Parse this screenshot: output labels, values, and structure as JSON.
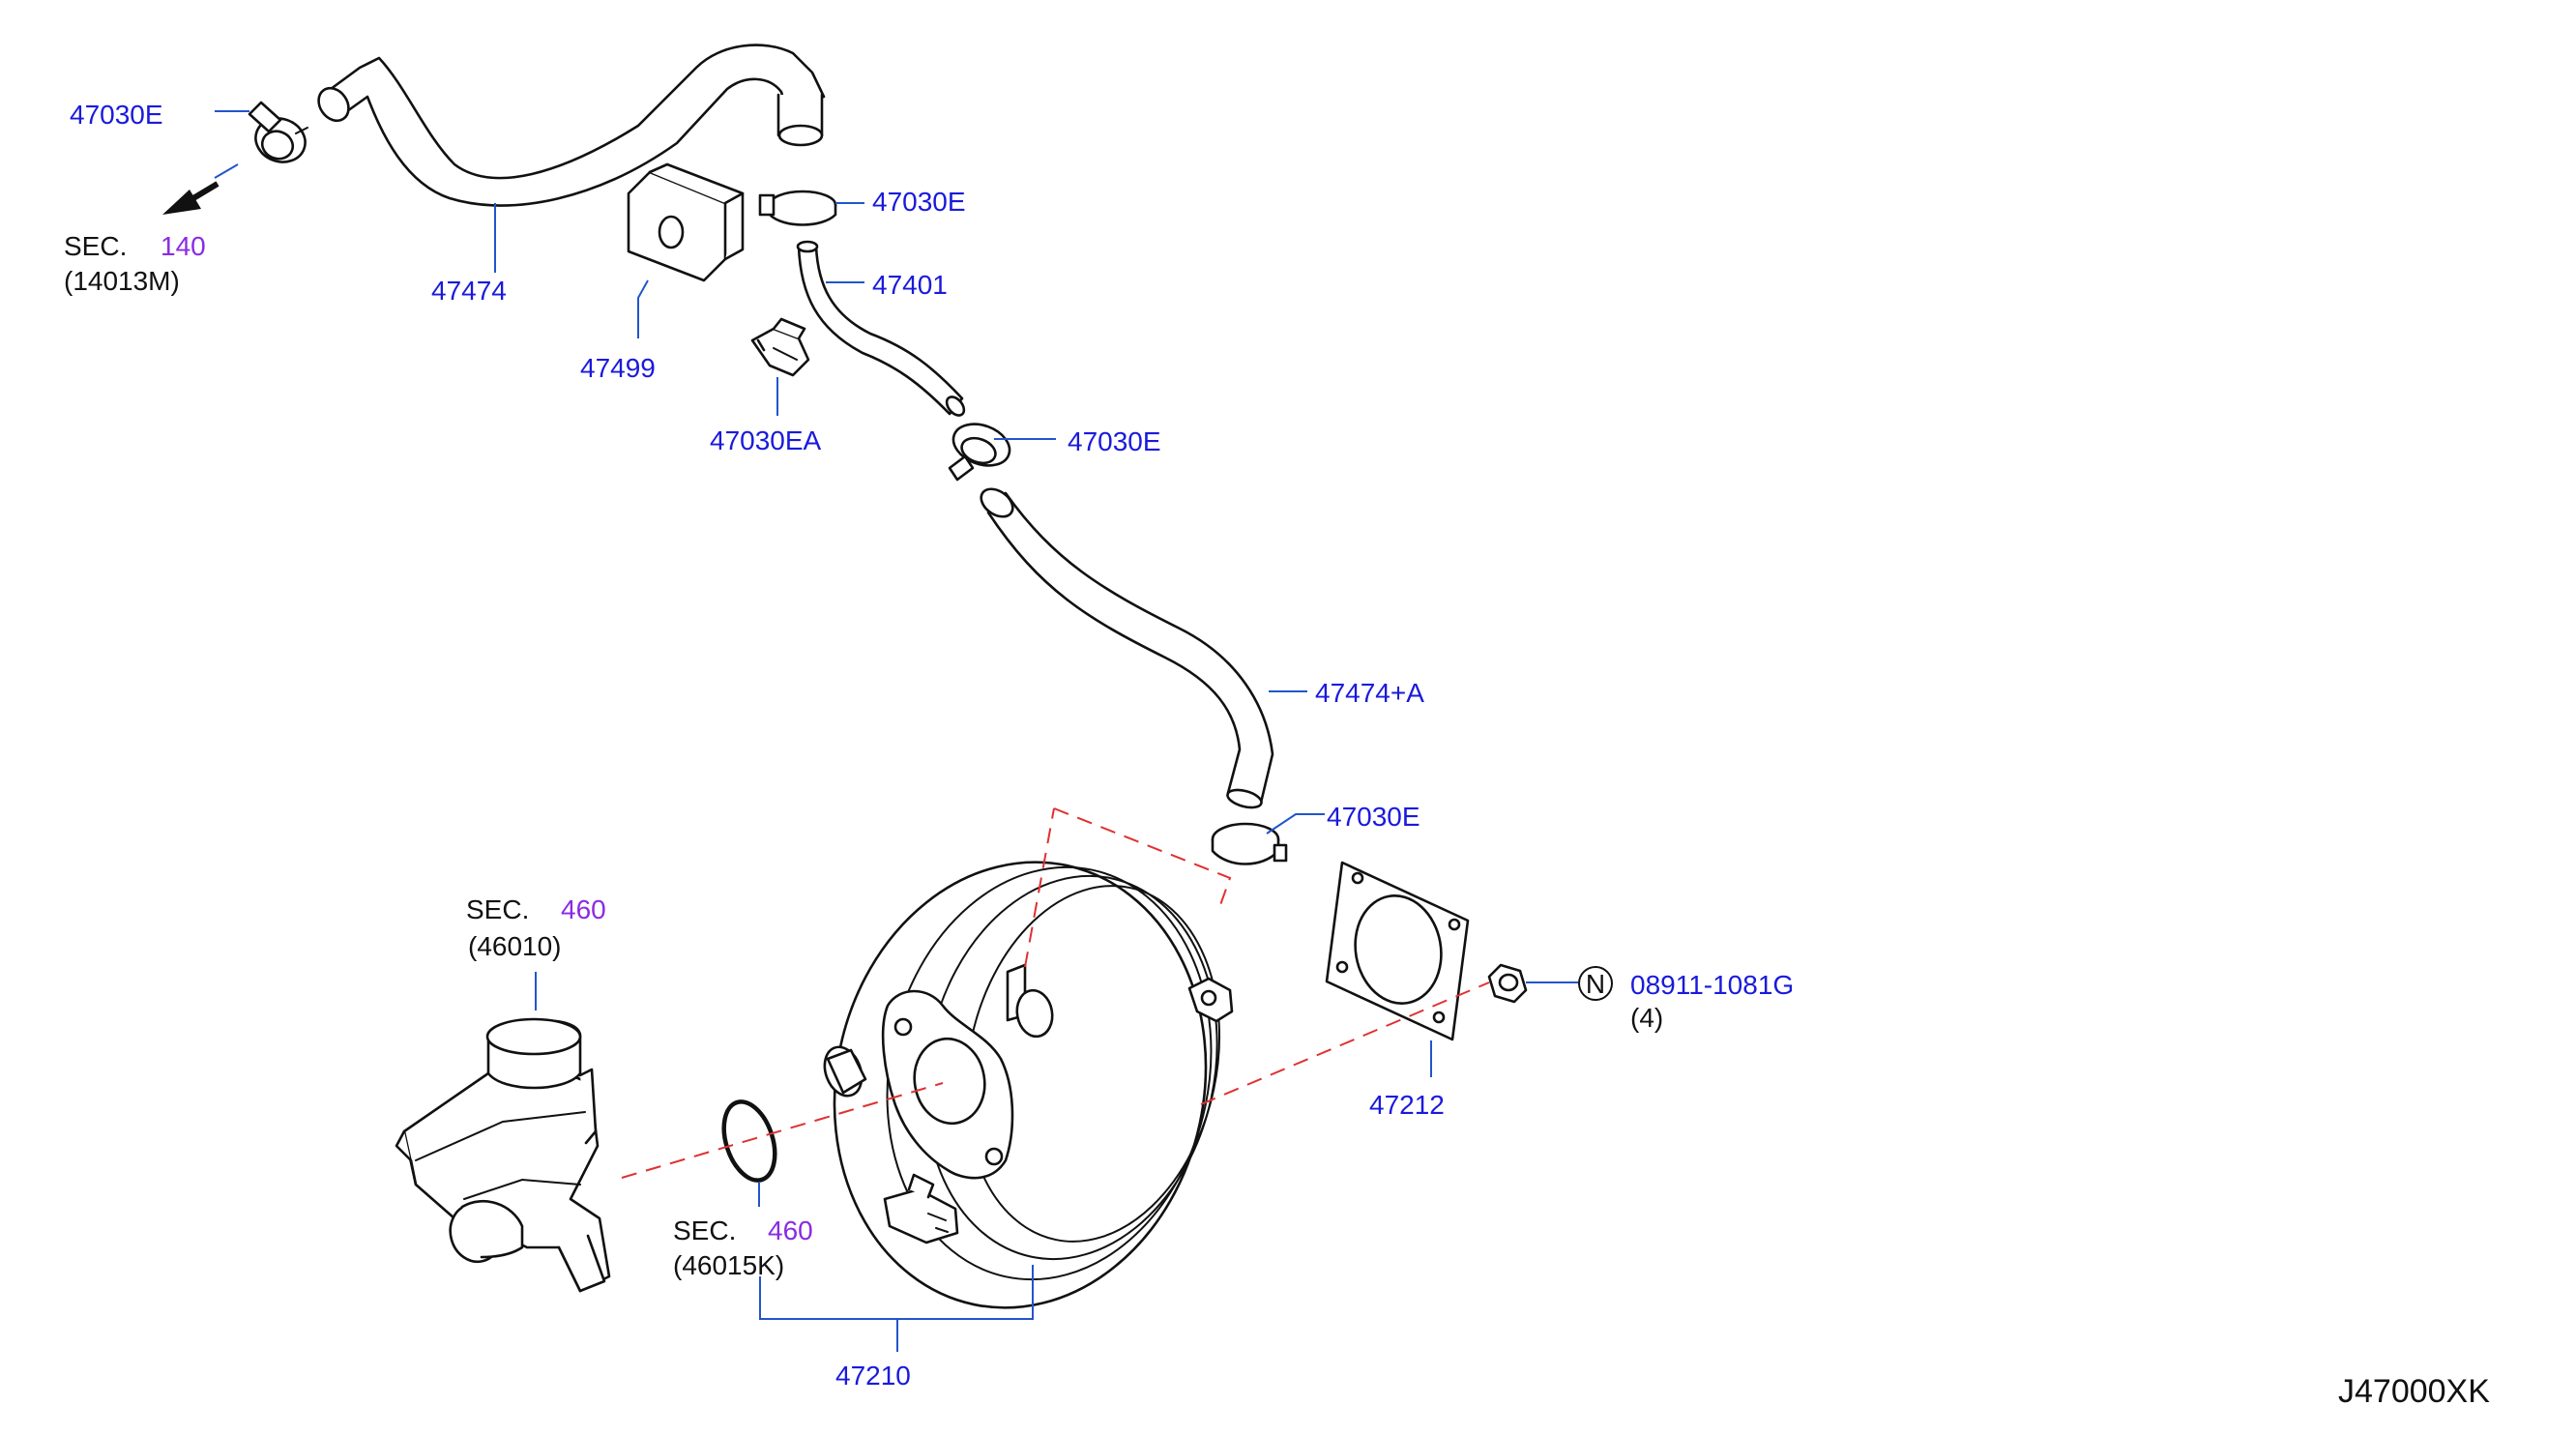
{
  "labels": {
    "clamp_top_left": "47030E",
    "clamp_top_mid": "47030E",
    "clamp_mid": "47030E",
    "clamp_lower": "47030E",
    "hose_upper": "47474",
    "hose_lower": "47474+A",
    "bracket": "47499",
    "tube": "47401",
    "clip": "47030EA",
    "booster": "47210",
    "gasket": "47212",
    "nut_part": "08911-1081G",
    "nut_qty": "(4)",
    "nut_marker": "N"
  },
  "sections": {
    "sec140": {
      "prefix": "SEC.",
      "number": "140",
      "ref": "(14013M)"
    },
    "sec460a": {
      "prefix": "SEC.",
      "number": "460",
      "ref": "(46010)"
    },
    "sec460b": {
      "prefix": "SEC.",
      "number": "460",
      "ref": "(46015K)"
    }
  },
  "diagram_code": "J47000XK",
  "colors": {
    "part_number": "#1a1adc",
    "section_number": "#8a2be2",
    "leader": "#2255cc",
    "alignment_dash": "#e03030"
  }
}
